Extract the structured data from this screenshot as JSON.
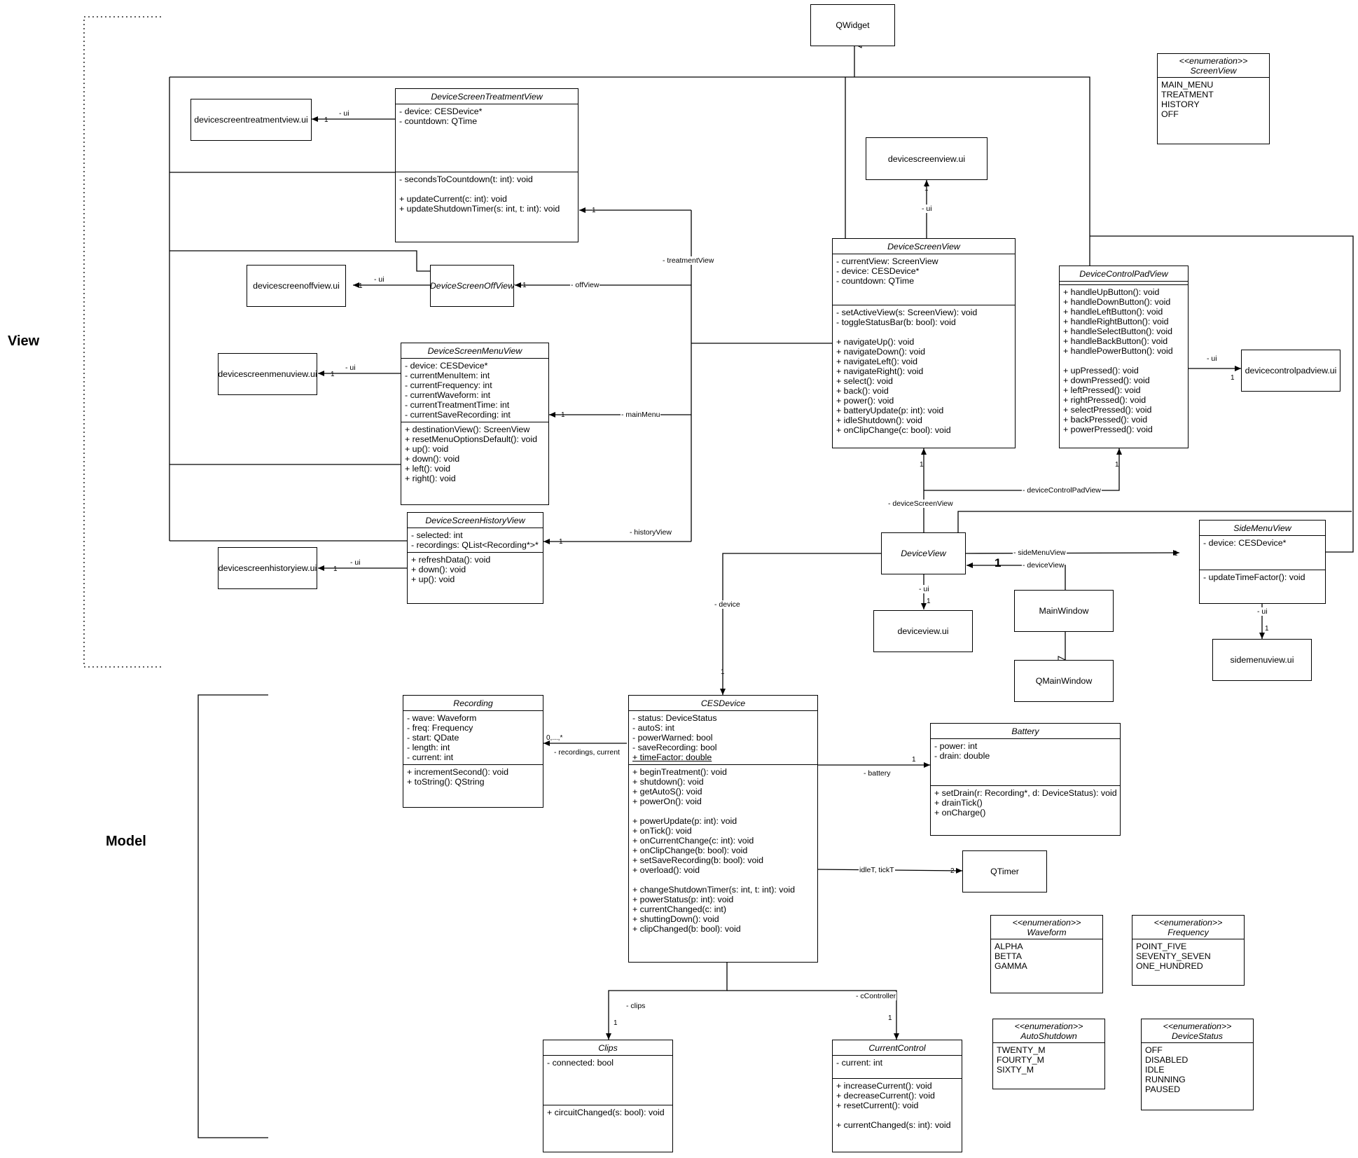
{
  "sections": {
    "view": "View",
    "model": "Model"
  },
  "simple_boxes": {
    "qwidget": "QWidget",
    "treatment_ui": "devicescreentreatmentview.ui",
    "off_ui": "devicescreenoffview.ui",
    "menu_ui": "devicescreenmenuview.ui",
    "history_ui": "devicescreenhistoryiew.ui",
    "screen_ui": "devicescreenview.ui",
    "controlpad_ui": "devicecontrolpadview.ui",
    "deviceview_ui": "deviceview.ui",
    "mainwindow": "MainWindow",
    "qmainwindow": "QMainWindow",
    "sidemenu_ui": "sidemenuview.ui",
    "qtimer": "QTimer",
    "offview": "DeviceScreenOffView",
    "deviceview": "DeviceView"
  },
  "classes": {
    "treatment": {
      "name": "DeviceScreenTreatmentView",
      "attributes": [
        "- device: CESDevice*",
        "- countdown: QTime"
      ],
      "operations": [
        "- secondsToCountdown(t: int): void",
        "",
        "+ updateCurrent(c: int): void",
        "+ updateShutdownTimer(s: int, t: int): void"
      ]
    },
    "menu": {
      "name": "DeviceScreenMenuView",
      "attributes": [
        "- device: CESDevice*",
        "- currentMenuItem: int",
        "- currentFrequency: int",
        "- currentWaveform: int",
        "- currentTreatmentTime: int",
        "- currentSaveRecording: int"
      ],
      "operations": [
        "+ destinationView(): ScreenView",
        "+ resetMenuOptionsDefault(): void",
        "+ up(): void",
        "+ down(): void",
        "+ left(): void",
        "+ right(): void"
      ]
    },
    "history": {
      "name": "DeviceScreenHistoryView",
      "attributes": [
        "- selected: int",
        "- recordings: QList<Recording*>*"
      ],
      "operations": [
        "+ refreshData(): void",
        "+ down(): void",
        "+ up(): void"
      ]
    },
    "screen": {
      "name": "DeviceScreenView",
      "attributes": [
        "- currentView: ScreenView",
        "- device: CESDevice*",
        "- countdown: QTime"
      ],
      "operations": [
        "- setActiveView(s: ScreenView): void",
        "- toggleStatusBar(b: bool): void",
        "",
        "+ navigateUp(): void",
        "+ navigateDown(): void",
        "+ navigateLeft(): void",
        "+ navigateRight(): void",
        "+ select(): void",
        "+ back(): void",
        "+ power(): void",
        "+ batteryUpdate(p: int): void",
        "+ idleShutdown(): void",
        "+ onClipChange(c: bool): void"
      ]
    },
    "controlpad": {
      "name": "DeviceControlPadView",
      "attributes": [],
      "operations": [
        "+ handleUpButton(): void",
        "+ handleDownButton(): void",
        "+ handleLeftButton(): void",
        "+ handleRightButton(): void",
        "+ handleSelectButton(): void",
        "+ handleBackButton(): void",
        "+ handlePowerButton(): void",
        "",
        "+ upPressed(): void",
        "+ downPressed(): void",
        "+ leftPressed(): void",
        "+ rightPressed(): void",
        "+ selectPressed(): void",
        "+ backPressed(): void",
        "+ powerPressed(): void"
      ]
    },
    "sidemenu": {
      "name": "SideMenuView",
      "attributes": [
        "- device: CESDevice*"
      ],
      "operations": [
        "- updateTimeFactor(): void"
      ]
    },
    "recording": {
      "name": "Recording",
      "attributes": [
        "- wave: Waveform",
        "- freq: Frequency",
        "- start: QDate",
        "- length: int",
        "- current: int"
      ],
      "operations": [
        "+ incrementSecond(): void",
        "+ toString(): QString"
      ]
    },
    "cesdevice": {
      "name": "CESDevice",
      "attributes": [
        "- status: DeviceStatus",
        "- autoS: int",
        "- powerWarned: bool",
        "- saveRecording: bool",
        "+ timeFactor: double"
      ],
      "operations": [
        "+ beginTreatment(): void",
        "+ shutdown(): void",
        "+ getAutoS(): void",
        "+ powerOn(): void",
        "",
        "+ powerUpdate(p: int): void",
        "+ onTick(): void",
        "+ onCurrentChange(c: int): void",
        "+ onClipChange(b: bool): void",
        "+ setSaveRecording(b: bool): void",
        "+ overload(): void",
        "",
        "+ changeShutdownTimer(s: int, t: int): void",
        "+ powerStatus(p: int): void",
        "+ currentChanged(c: int)",
        "+ shuttingDown(): void",
        "+ clipChanged(b: bool): void"
      ]
    },
    "battery": {
      "name": "Battery",
      "attributes": [
        "- power: int",
        "- drain: double"
      ],
      "operations": [
        "+ setDrain(r: Recording*, d: DeviceStatus): void",
        "+ drainTick()",
        "+ onCharge()"
      ]
    },
    "clips": {
      "name": "Clips",
      "attributes": [
        "- connected: bool"
      ],
      "operations": [
        "+ circuitChanged(s: bool): void"
      ]
    },
    "currentcontrol": {
      "name": "CurrentControl",
      "attributes": [
        "- current: int"
      ],
      "operations": [
        "+ increaseCurrent(): void",
        "+ decreaseCurrent(): void",
        "+ resetCurrent(): void",
        "",
        "+ currentChanged(s: int): void"
      ]
    }
  },
  "enums": {
    "screenview": {
      "stereotype": "<<enumeration>>",
      "name": "ScreenView",
      "values": [
        "MAIN_MENU",
        "TREATMENT",
        "HISTORY",
        "OFF"
      ]
    },
    "waveform": {
      "stereotype": "<<enumeration>>",
      "name": "Waveform",
      "values": [
        "ALPHA",
        "BETTA",
        "GAMMA"
      ]
    },
    "frequency": {
      "stereotype": "<<enumeration>>",
      "name": "Frequency",
      "values": [
        "POINT_FIVE",
        "SEVENTY_SEVEN",
        "ONE_HUNDRED"
      ]
    },
    "autoshutdown": {
      "stereotype": "<<enumeration>>",
      "name": "AutoShutdown",
      "values": [
        "TWENTY_M",
        "FOURTY_M",
        "SIXTY_M"
      ]
    },
    "devicestatus": {
      "stereotype": "<<enumeration>>",
      "name": "DeviceStatus",
      "values": [
        "OFF",
        "DISABLED",
        "IDLE",
        "RUNNING",
        "PAUSED"
      ]
    }
  },
  "edge_labels": {
    "ui": "- ui",
    "treatmentView": "- treatmentView",
    "offView": "- offView",
    "mainMenu": "- mainMenu",
    "historyView": "- historyView",
    "deviceScreenView": "- deviceScreenView",
    "deviceControlPadView": "- deviceControlPadView",
    "sideMenuView": "- sideMenuView",
    "deviceView": "- deviceView",
    "device": "- device",
    "recordings": "- recordings, current",
    "battery": "- battery",
    "timers": "idleT, tickT",
    "clips": "- clips",
    "cController": "- cController"
  },
  "multiplicities": {
    "one": "1",
    "many": "0,...,*",
    "two": "2"
  }
}
